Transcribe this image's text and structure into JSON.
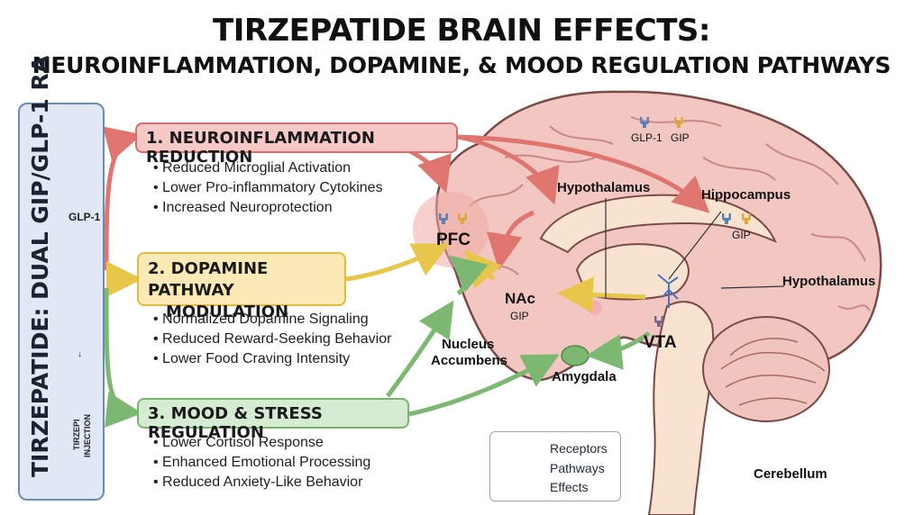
{
  "header": {
    "title": "TIRZEPATIDE BRAIN EFFECTS:",
    "subtitle": "NEUROINFLAMMATION, DOPAMINE, & MOOD REGULATION PATHWAYS"
  },
  "sidebar": {
    "label": "TIRZEPATIDE: DUAL GIP/GLP-1 RA",
    "receptor_label": "GLP-1",
    "dot": "↓",
    "pen_text": "TIRZEPI",
    "pen_subtext": "INJECTION"
  },
  "pathways": [
    {
      "label": "1. NEUROINFLAMMATION REDUCTION",
      "color": "#d76f6a",
      "bullets": [
        "Reduced Microglial Activation",
        "Lower Pro-inflammatory Cytokines",
        "Increased Neuroprotection"
      ]
    },
    {
      "label_line1": "2. DOPAMINE PATHWAY",
      "label_line2": "MODULATION",
      "color": "#e2bb3c",
      "bullets": [
        "Normalized Dopamine Signaling",
        "Reduced Reward-Seeking Behavior",
        "Lower Food Craving Intensity"
      ]
    },
    {
      "label": "3. MOOD & STRESS REGULATION",
      "color": "#79b46f",
      "bullets": [
        "Lower Cortisol Response",
        "Enhanced Emotional Processing",
        "Reduced Anxiety-Like Behavior"
      ]
    }
  ],
  "brain": {
    "top_receptors": [
      "GLP-1",
      "GIP"
    ],
    "hypothalamus_top": "Hypothalamus",
    "hippocampus": "Hippocampus",
    "hippocampus_receptor": "GIP",
    "hypothalamus_right": "Hypothalamus",
    "pfc": "PFC",
    "nac": "NAc",
    "nac_receptor": "GIP",
    "nucleus_line1": "Nucleus",
    "nucleus_line2": "Accumbens",
    "vta": "VTA",
    "amygdala": "Amygdala",
    "cerebellum": "Cerebellum"
  },
  "legend": {
    "items": [
      {
        "label": "Receptors",
        "icon": "receptor-icon"
      },
      {
        "label": "Pathways",
        "icon": "yellow-arrow-icon"
      },
      {
        "label": "Effects",
        "icon": "green-arrow-icon"
      }
    ]
  },
  "colors": {
    "red_path": "#d76f6a",
    "yellow_path": "#e8c64a",
    "green_path": "#7cb872",
    "brain_fill": "#f2c7c2",
    "sidebar_fill": "#dfe8f4",
    "receptor_blue": "#5a7fb8",
    "receptor_gold": "#d9a93a"
  }
}
